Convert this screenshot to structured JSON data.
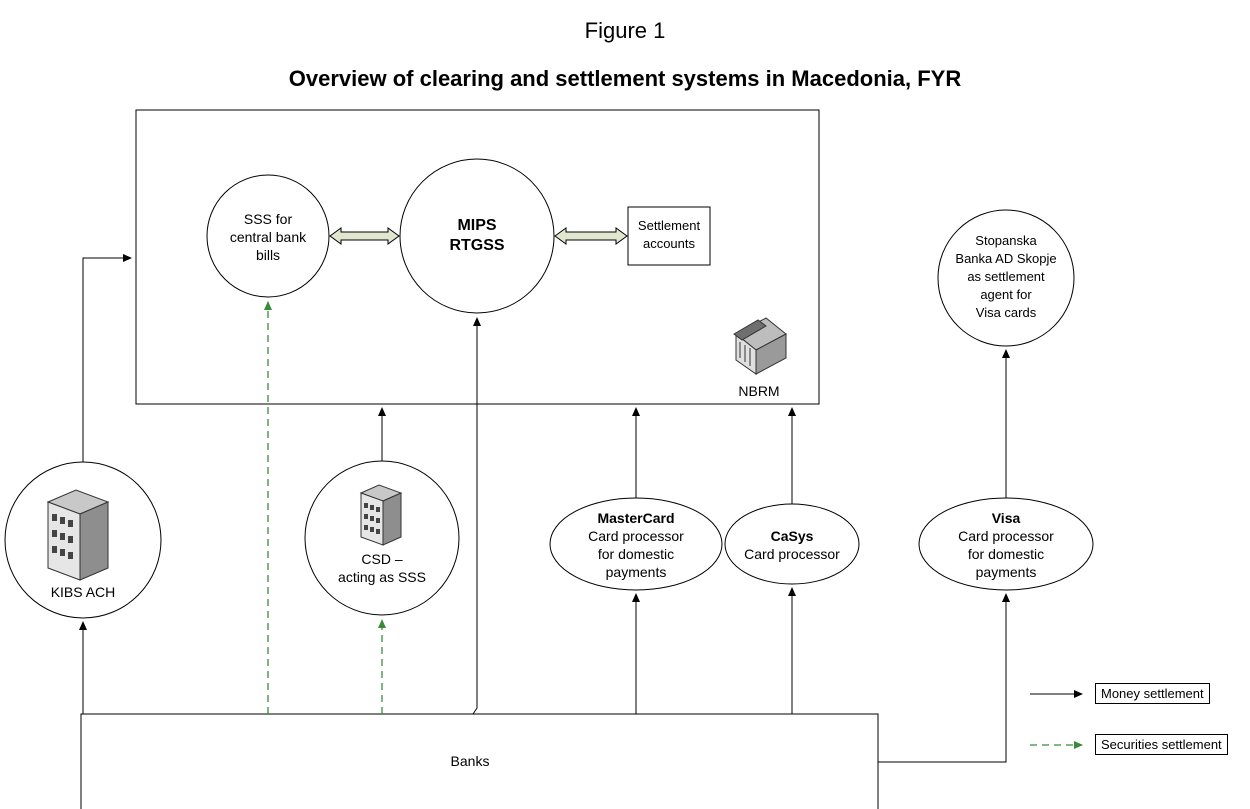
{
  "figure": {
    "label": "Figure 1",
    "title": "Overview of clearing and settlement systems in Macedonia, FYR"
  },
  "nodes": {
    "sss": "SSS for\ncentral bank\nbills",
    "mips_line1": "MIPS",
    "mips_line2": "RTGSS",
    "settlement_accounts": "Settlement\naccounts",
    "nbrm": "NBRM",
    "stopanska": "Stopanska\nBanka AD Skopje\nas settlement\nagent for\nVisa cards",
    "kibs": "KIBS ACH",
    "csd": "CSD –\nacting as SSS",
    "mastercard_title": "MasterCard",
    "mastercard_body": "Card processor\nfor domestic\npayments",
    "casys_title": "CaSys",
    "casys_body": "Card processor",
    "visa_title": "Visa",
    "visa_body": "Card processor\nfor domestic\npayments",
    "banks": "Banks"
  },
  "legend": {
    "money": "Money settlement",
    "securities": "Securities settlement"
  },
  "colors": {
    "money_arrow": "#000000",
    "securities_arrow": "#3a8a3a",
    "double_arrow_fill": "#dfe8cf"
  },
  "icons": [
    "bank-building-icon",
    "office-building-icon"
  ]
}
